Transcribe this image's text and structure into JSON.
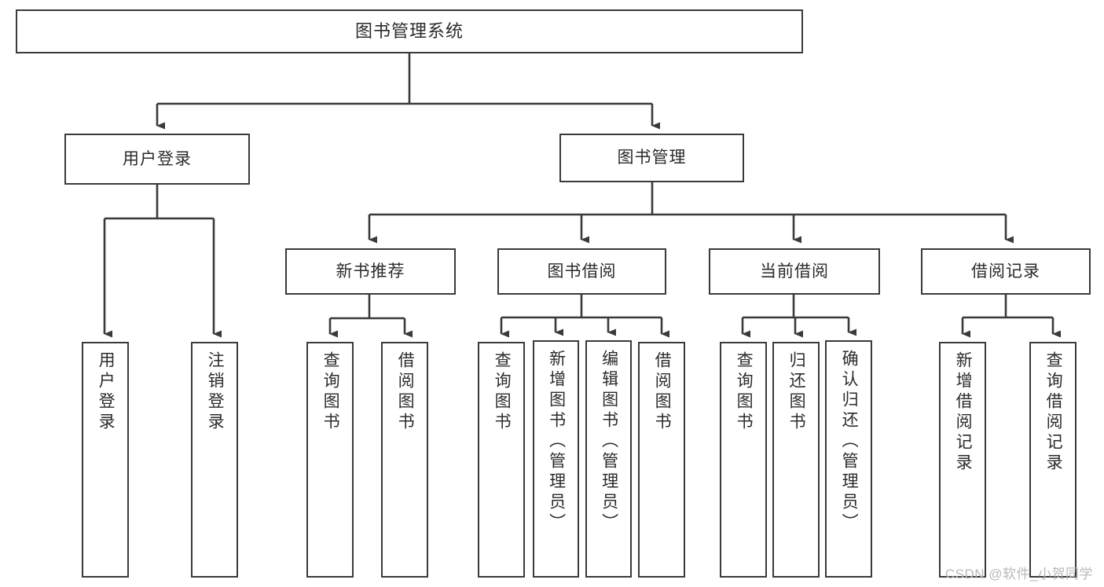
{
  "diagram": {
    "title": "图书管理系统",
    "watermark": "CSDN @软件_小贺同学",
    "line_color": "#3a3a3a",
    "box_fill": "#ffffff",
    "text_color": "#2b2b2b"
  },
  "nodes": {
    "root": {
      "label": "图书管理系统"
    },
    "level2": [
      {
        "label": "用户登录"
      },
      {
        "label": "图书管理"
      }
    ],
    "level3": [
      {
        "label": "新书推荐"
      },
      {
        "label": "图书借阅"
      },
      {
        "label": "当前借阅"
      },
      {
        "label": "借阅记录"
      }
    ],
    "leaves": {
      "user_login": [
        {
          "label": "用户登录"
        },
        {
          "label": "注销登录"
        }
      ],
      "new_book": [
        {
          "label": "查询图书"
        },
        {
          "label": "借阅图书"
        }
      ],
      "book_borrow": [
        {
          "label": "查询图书"
        },
        {
          "label": "新增图书（管理员）"
        },
        {
          "label": "编辑图书（管理员）"
        },
        {
          "label": "借阅图书"
        }
      ],
      "current_borrow": [
        {
          "label": "查询图书"
        },
        {
          "label": "归还图书"
        },
        {
          "label": "确认归还（管理员）"
        }
      ],
      "borrow_record": [
        {
          "label": "新增借阅记录"
        },
        {
          "label": "查询借阅记录"
        }
      ]
    }
  },
  "chart_data": {
    "type": "table",
    "title": "图书管理系统 功能结构图",
    "tree": {
      "name": "图书管理系统",
      "children": [
        {
          "name": "用户登录",
          "children": [
            {
              "name": "用户登录"
            },
            {
              "name": "注销登录"
            }
          ]
        },
        {
          "name": "图书管理",
          "children": [
            {
              "name": "新书推荐",
              "children": [
                {
                  "name": "查询图书"
                },
                {
                  "name": "借阅图书"
                }
              ]
            },
            {
              "name": "图书借阅",
              "children": [
                {
                  "name": "查询图书"
                },
                {
                  "name": "新增图书（管理员）"
                },
                {
                  "name": "编辑图书（管理员）"
                },
                {
                  "name": "借阅图书"
                }
              ]
            },
            {
              "name": "当前借阅",
              "children": [
                {
                  "name": "查询图书"
                },
                {
                  "name": "归还图书"
                },
                {
                  "name": "确认归还（管理员）"
                }
              ]
            },
            {
              "name": "借阅记录",
              "children": [
                {
                  "name": "新增借阅记录"
                },
                {
                  "name": "查询借阅记录"
                }
              ]
            }
          ]
        }
      ]
    }
  }
}
